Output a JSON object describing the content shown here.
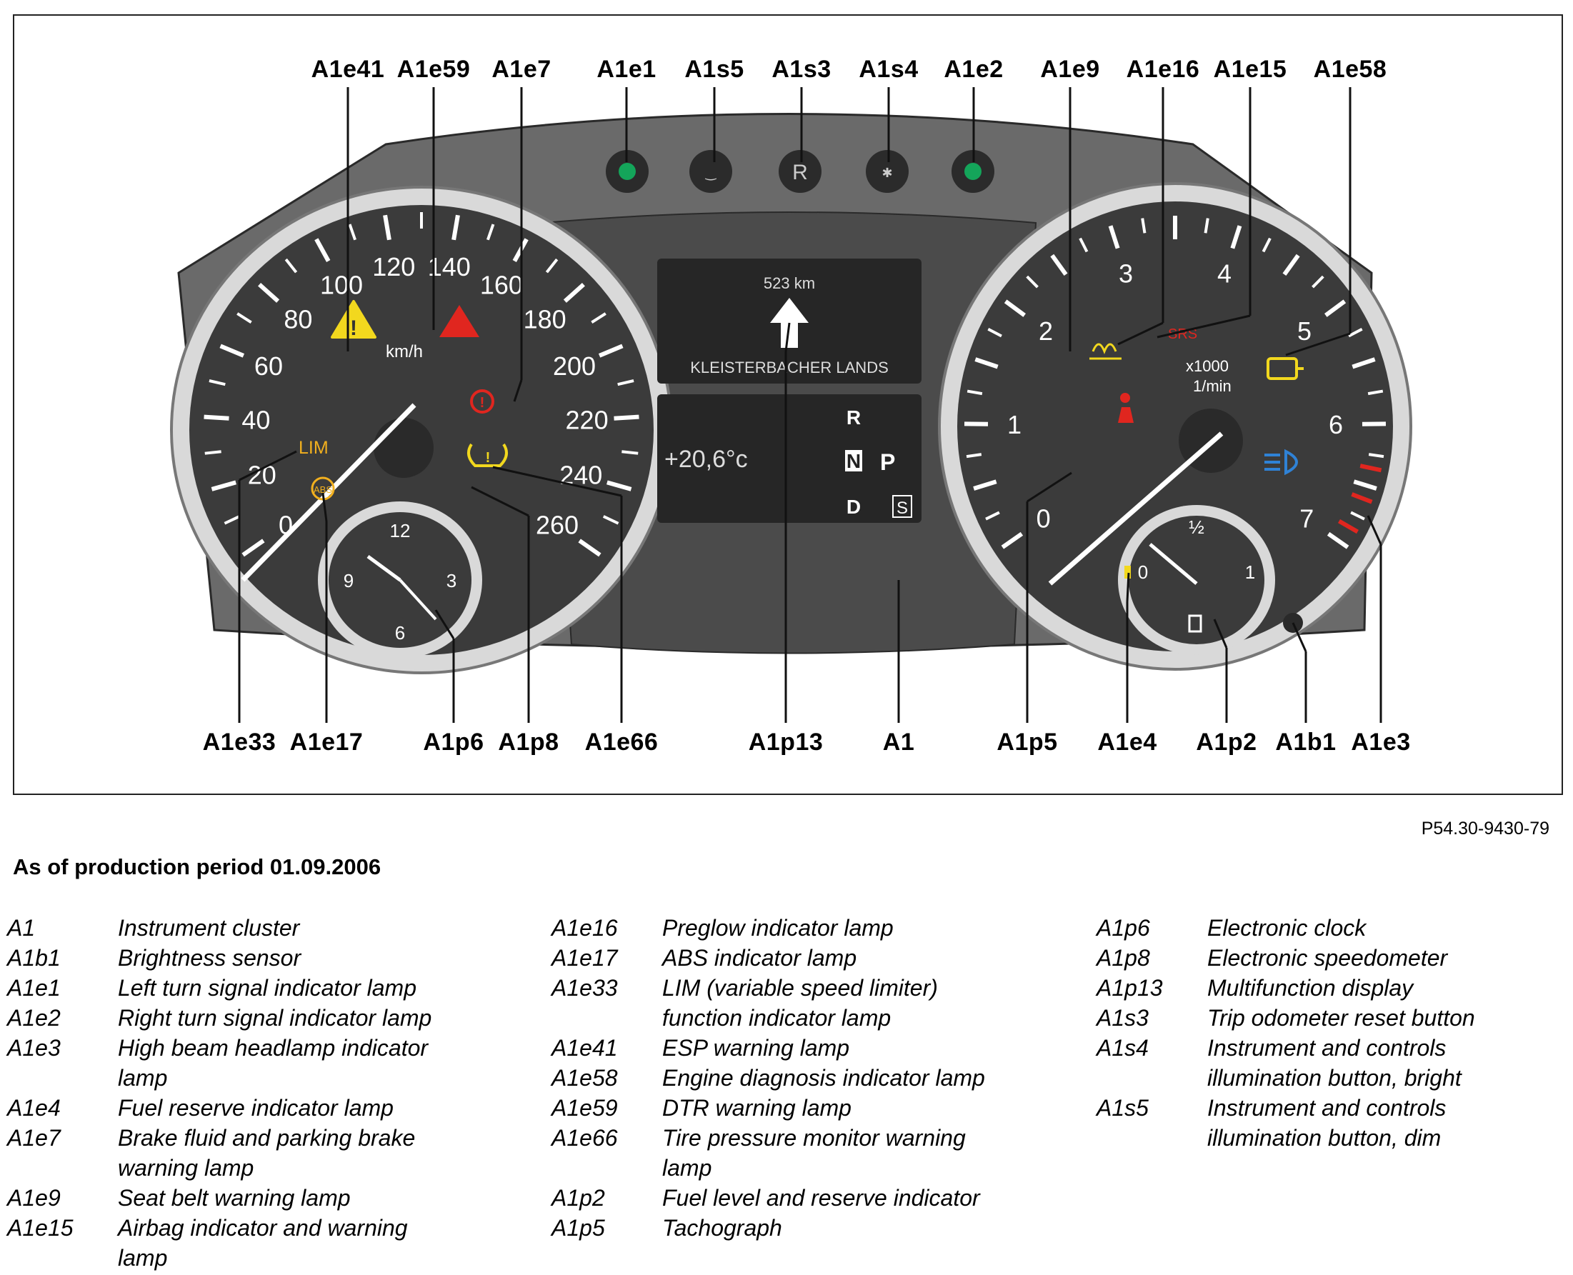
{
  "figure": {
    "code": "P54.30-9430-79",
    "callouts_top": [
      "A1e41",
      "A1e59",
      "A1e7",
      "A1e1",
      "A1s5",
      "A1s3",
      "A1s4",
      "A1e2",
      "A1e9",
      "A1e16",
      "A1e15",
      "A1e58"
    ],
    "callouts_bottom": [
      "A1e33",
      "A1e17",
      "A1p6",
      "A1p8",
      "A1e66",
      "A1p13",
      "A1",
      "A1p5",
      "A1e4",
      "A1p2",
      "A1b1",
      "A1e3"
    ]
  },
  "cluster": {
    "speedometer": {
      "unit": "km/h",
      "scale": [
        "0",
        "20",
        "40",
        "60",
        "80",
        "100",
        "120",
        "140",
        "160",
        "180",
        "200",
        "220",
        "240",
        "260"
      ],
      "lim_label": "LIM",
      "abs_label": "ABS"
    },
    "clock": {
      "numbers": [
        "12",
        "3",
        "6",
        "9"
      ]
    },
    "tachometer": {
      "multiplier": "x1000",
      "unit": "1/min",
      "scale": [
        "0",
        "1",
        "2",
        "3",
        "4",
        "5",
        "6",
        "7"
      ],
      "srs_label": "SRS"
    },
    "fuel_gauge": {
      "scale": [
        "0",
        "½",
        "1"
      ]
    },
    "display": {
      "distance": "523 km",
      "street": "KLEISTERBACHER  LANDS",
      "temperature": "+20,6°c",
      "gears": [
        "R",
        "N",
        "D"
      ],
      "mode": "P",
      "program": "S"
    },
    "buttons": {
      "reset": "R"
    },
    "colors": {
      "warning_red": "#e0261f",
      "warning_yellow": "#f2d81e",
      "turn_green": "#14a55a",
      "high_beam_blue": "#2f82d6",
      "face_dark": "#3c3c3c"
    }
  },
  "heading": "As of production period 01.09.2006",
  "legend": [
    [
      {
        "code": "A1",
        "desc": "Instrument cluster"
      },
      {
        "code": "A1b1",
        "desc": "Brightness sensor"
      },
      {
        "code": "A1e1",
        "desc": "Left turn signal indicator lamp"
      },
      {
        "code": "A1e2",
        "desc": "Right turn signal indicator lamp"
      },
      {
        "code": "A1e3",
        "desc": "High beam headlamp indicator lamp"
      },
      {
        "code": "A1e4",
        "desc": "Fuel reserve indicator lamp"
      },
      {
        "code": "A1e7",
        "desc": "Brake fluid and parking brake warning lamp"
      },
      {
        "code": "A1e9",
        "desc": "Seat belt warning lamp"
      },
      {
        "code": "A1e15",
        "desc": "Airbag indicator and warning lamp"
      }
    ],
    [
      {
        "code": "A1e16",
        "desc": "Preglow indicator lamp"
      },
      {
        "code": "A1e17",
        "desc": "ABS indicator lamp"
      },
      {
        "code": "A1e33",
        "desc": "LIM (variable speed limiter) function indicator lamp"
      },
      {
        "code": "A1e41",
        "desc": "ESP warning lamp"
      },
      {
        "code": "A1e58",
        "desc": "Engine diagnosis indicator lamp"
      },
      {
        "code": "A1e59",
        "desc": "DTR warning lamp"
      },
      {
        "code": "A1e66",
        "desc": "Tire pressure monitor warning lamp"
      },
      {
        "code": "A1p2",
        "desc": "Fuel level and reserve indicator"
      },
      {
        "code": "A1p5",
        "desc": "Tachograph"
      }
    ],
    [
      {
        "code": "A1p6",
        "desc": "Electronic clock"
      },
      {
        "code": "A1p8",
        "desc": "Electronic speedometer"
      },
      {
        "code": "A1p13",
        "desc": "Multifunction display"
      },
      {
        "code": "A1s3",
        "desc": "Trip odometer reset button"
      },
      {
        "code": "A1s4",
        "desc": "Instrument and controls illumination button, bright"
      },
      {
        "code": "A1s5",
        "desc": "Instrument and controls illumination button, dim"
      }
    ]
  ]
}
